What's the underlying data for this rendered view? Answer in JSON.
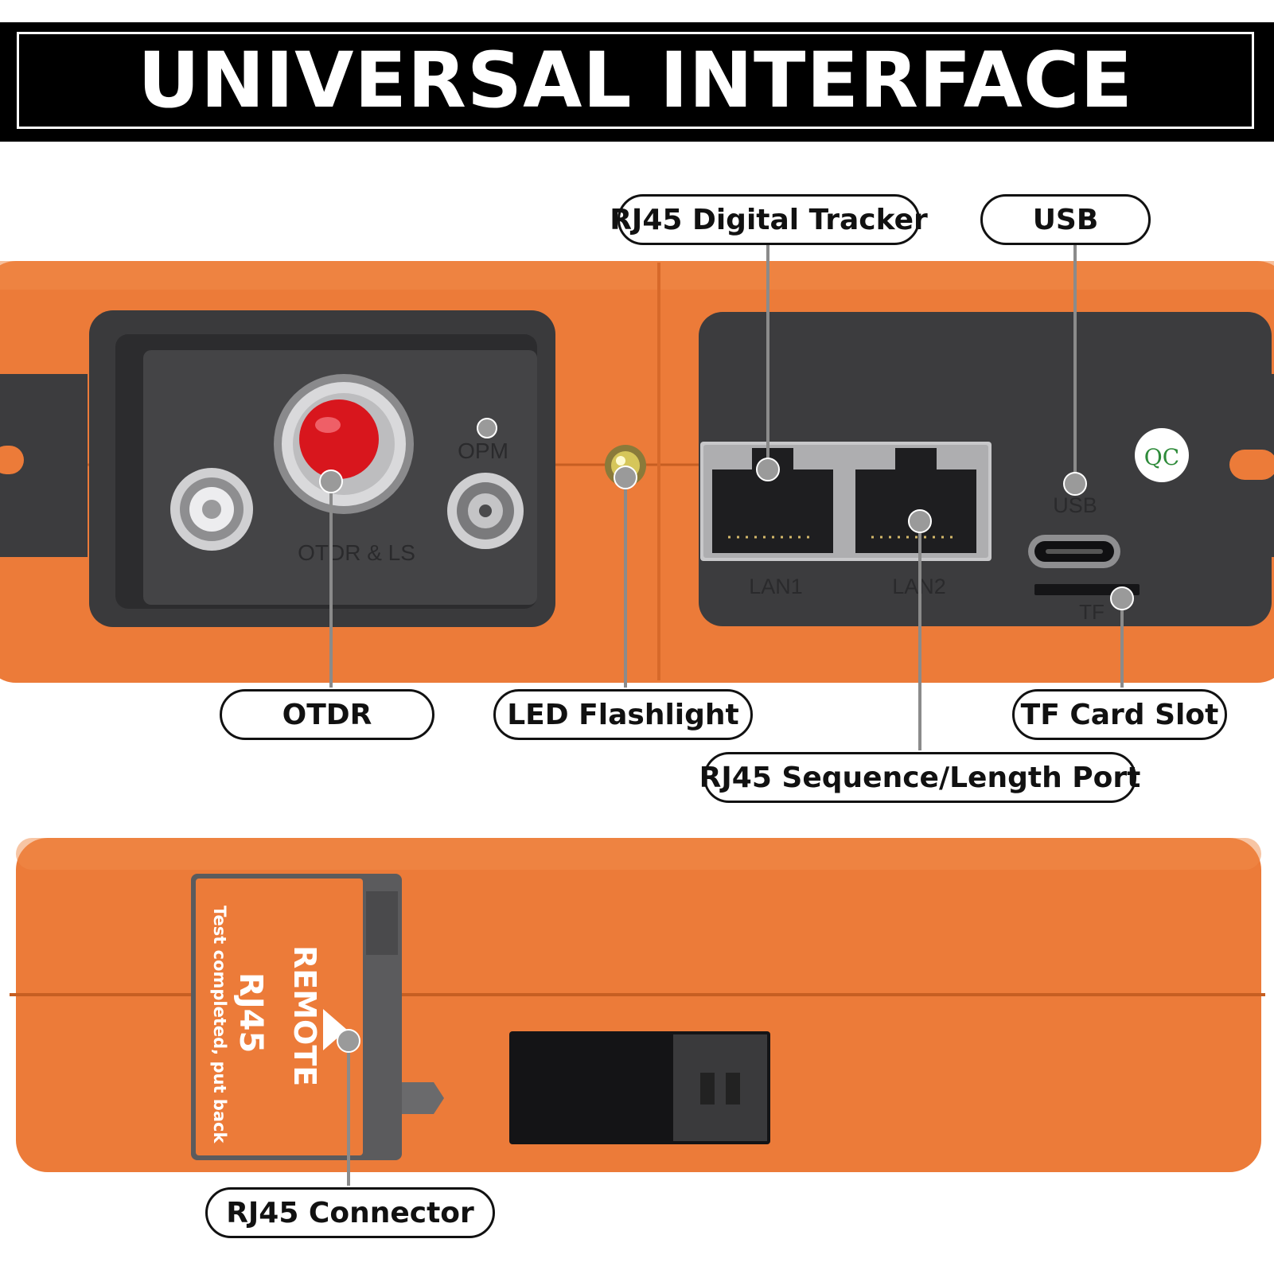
{
  "title": "UNIVERSAL INTERFACE",
  "colors": {
    "device_orange": "#ec7b39",
    "device_dark": "#3c3c3e",
    "connector_red": "#d8161d",
    "label_border": "#111111"
  },
  "callouts": {
    "rj45_digital_tracker": "RJ45 Digital Tracker",
    "usb": "USB",
    "otdr": "OTDR",
    "led_flashlight": "LED Flashlight",
    "tf_card_slot": "TF Card Slot",
    "rj45_sequence_length_port": "RJ45 Sequence/Length Port",
    "rj45_connector": "RJ45 Connector"
  },
  "device_markings": {
    "opm": "OPM",
    "otdr_ls": "OTDR & LS",
    "lan1": "LAN1",
    "lan2": "LAN2",
    "usb": "USB",
    "tf": "TF",
    "qc": "QC"
  },
  "remote_module": {
    "brand": "REMOTE",
    "model": "RJ45",
    "note": "Test completed, put back"
  }
}
